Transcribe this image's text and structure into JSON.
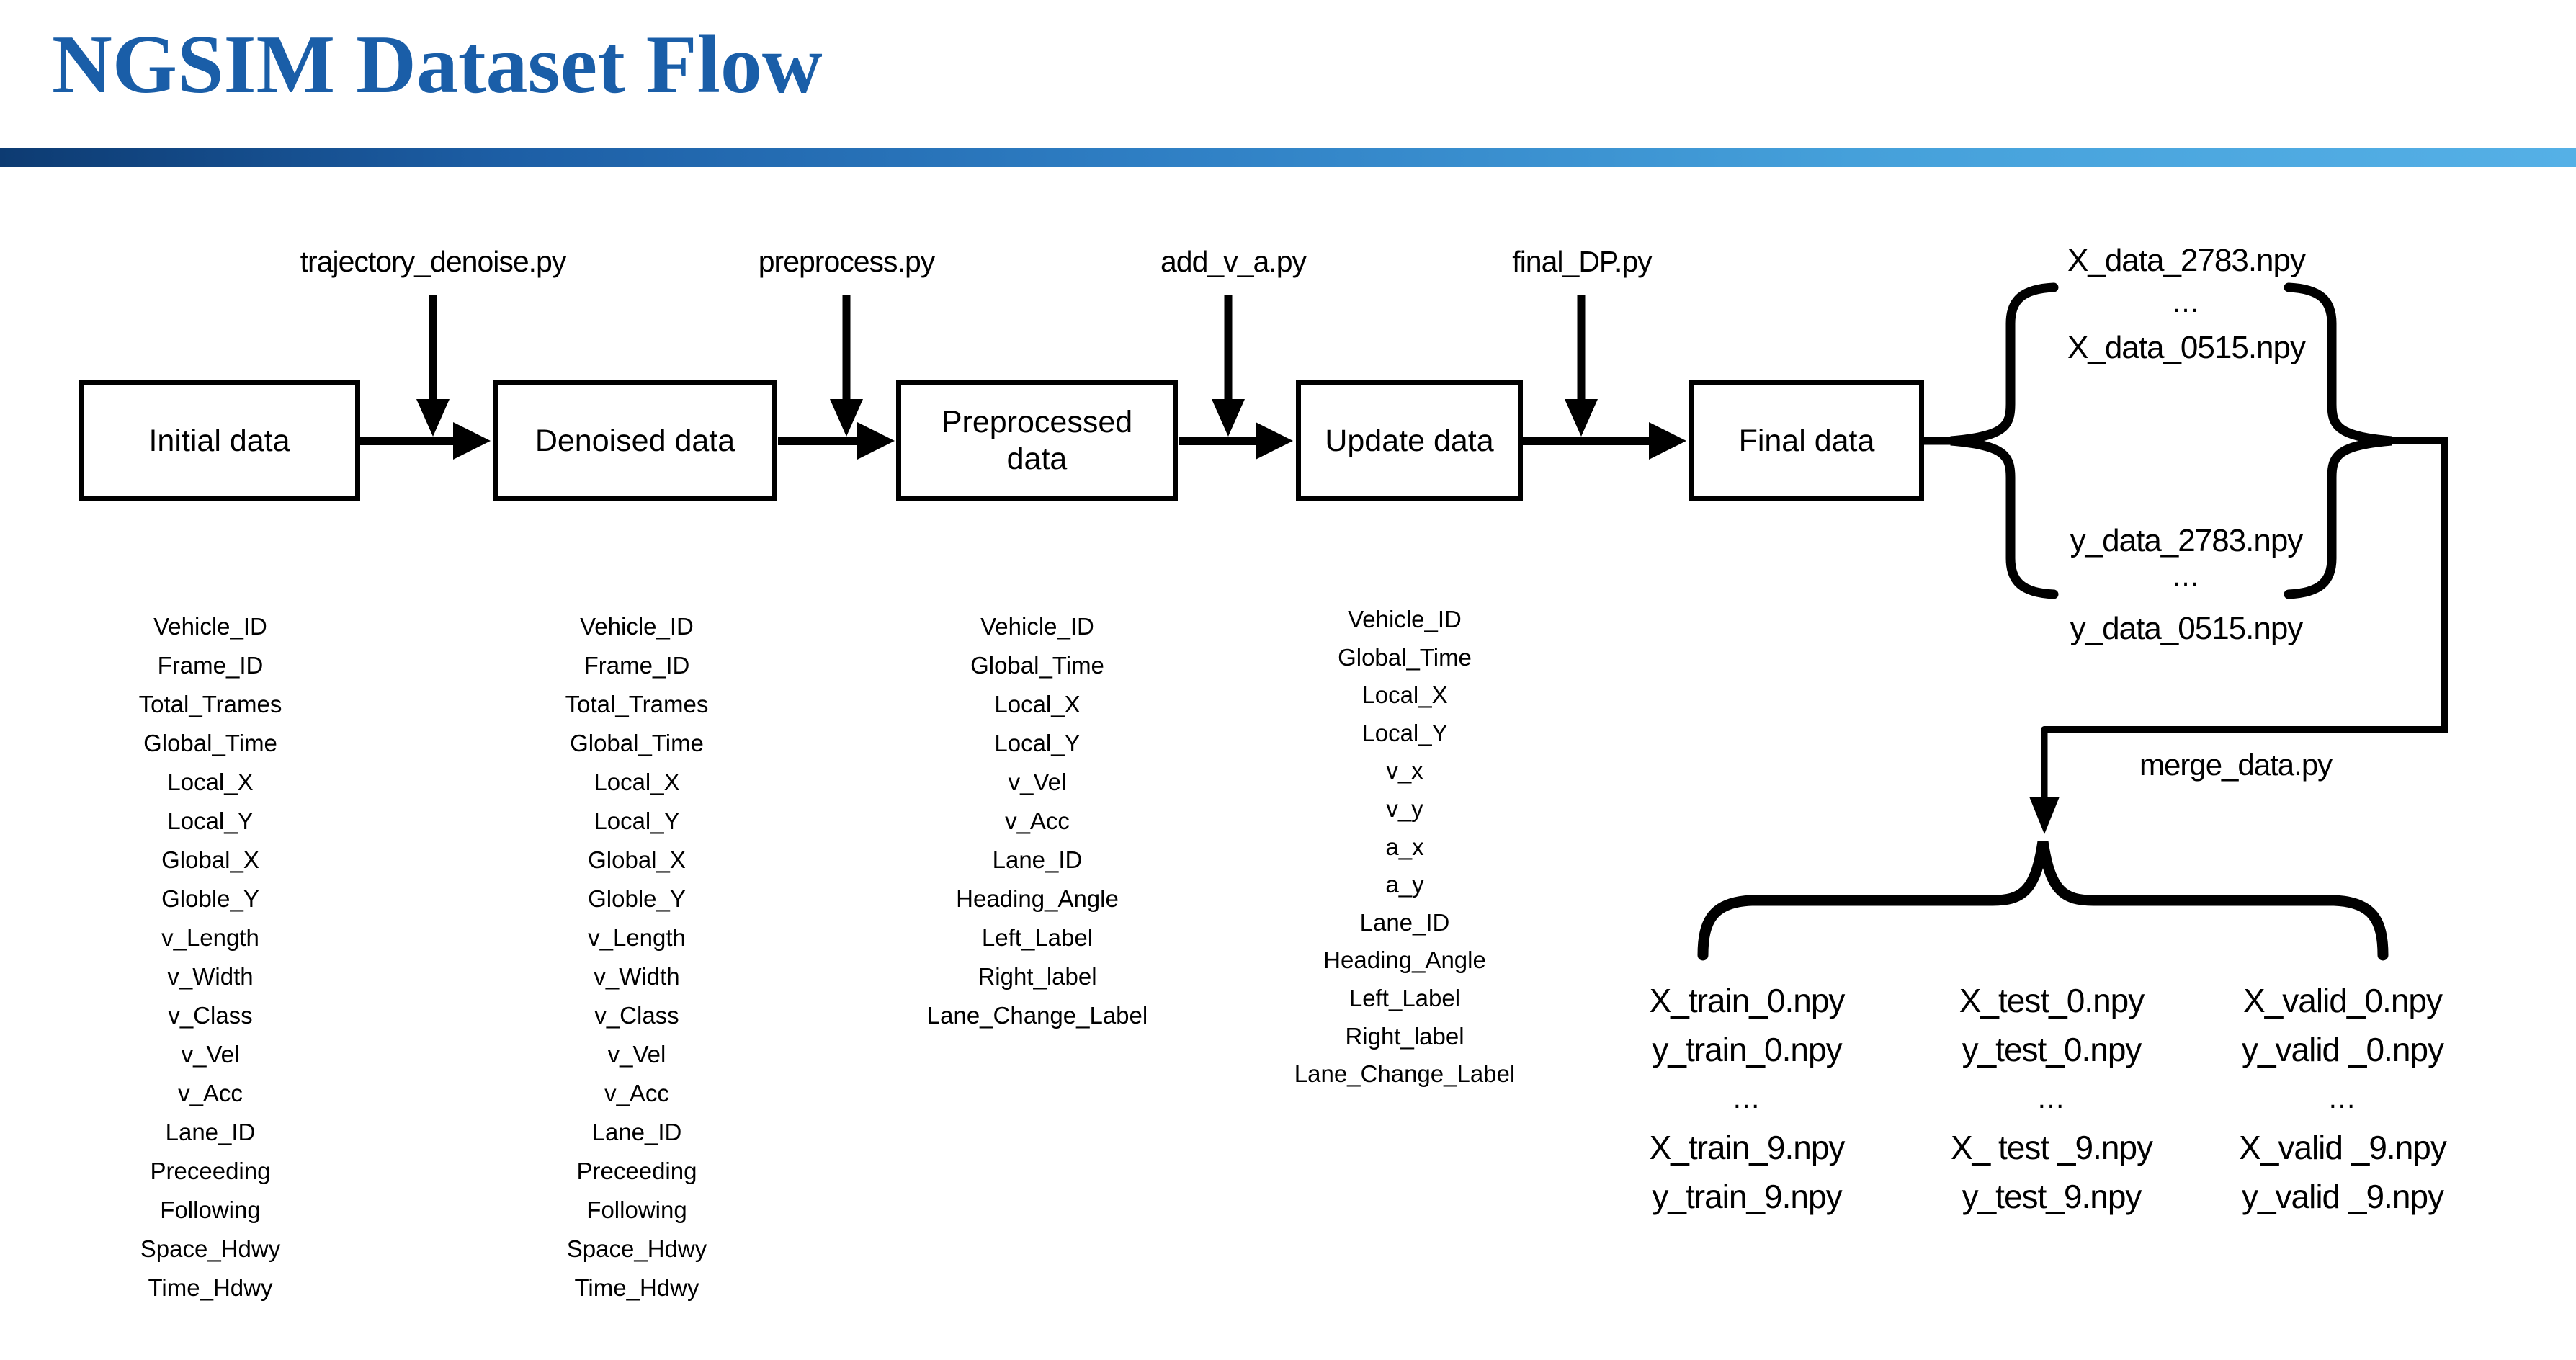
{
  "title": "NGSIM Dataset Flow",
  "pipeline": {
    "boxes": [
      {
        "label": "Initial data"
      },
      {
        "label": "Denoised data"
      },
      {
        "label": "Preprocessed data"
      },
      {
        "label": "Update data"
      },
      {
        "label": "Final data"
      }
    ],
    "scripts": [
      {
        "label": "trajectory_denoise.py"
      },
      {
        "label": "preprocess.py"
      },
      {
        "label": "add_v_a.py"
      },
      {
        "label": "final_DP.py"
      }
    ],
    "merge_script": "merge_data.py"
  },
  "field_columns": {
    "initial": [
      "Vehicle_ID",
      "Frame_ID",
      "Total_Trames",
      "Global_Time",
      "Local_X",
      "Local_Y",
      "Global_X",
      "Globle_Y",
      "v_Length",
      "v_Width",
      "v_Class",
      "v_Vel",
      "v_Acc",
      "Lane_ID",
      "Preceeding",
      "Following",
      "Space_Hdwy",
      "Time_Hdwy"
    ],
    "denoised": [
      "Vehicle_ID",
      "Frame_ID",
      "Total_Trames",
      "Global_Time",
      "Local_X",
      "Local_Y",
      "Global_X",
      "Globle_Y",
      "v_Length",
      "v_Width",
      "v_Class",
      "v_Vel",
      "v_Acc",
      "Lane_ID",
      "Preceeding",
      "Following",
      "Space_Hdwy",
      "Time_Hdwy"
    ],
    "preprocessed": [
      "Vehicle_ID",
      "Global_Time",
      "Local_X",
      "Local_Y",
      "v_Vel",
      "v_Acc",
      "Lane_ID",
      "Heading_Angle",
      "Left_Label",
      "Right_label",
      "Lane_Change_Label"
    ],
    "update": [
      "Vehicle_ID",
      "Global_Time",
      "Local_X",
      "Local_Y",
      "v_x",
      "v_y",
      "a_x",
      "a_y",
      "Lane_ID",
      "Heading_Angle",
      "Left_Label",
      "Right_label",
      "Lane_Change_Label"
    ]
  },
  "final_files": {
    "x_group": [
      "X_data_2783.npy",
      "…",
      "X_data_0515.npy"
    ],
    "y_group": [
      "y_data_2783.npy",
      "…",
      "y_data_0515.npy"
    ]
  },
  "output_files": {
    "train": [
      "X_train_0.npy",
      "y_train_0.npy",
      "…",
      "X_train_9.npy",
      "y_train_9.npy"
    ],
    "test": [
      "X_test_0.npy",
      "y_test_0.npy",
      "…",
      "X_ test _9.npy",
      "y_test_9.npy"
    ],
    "valid": [
      "X_valid_0.npy",
      "y_valid _0.npy",
      "…",
      "X_valid _9.npy",
      "y_valid _9.npy"
    ]
  },
  "colors": {
    "title_text": "#1A5EA8",
    "divider_gradient": [
      "#0D3B72",
      "#1D5FA6",
      "#2F7FC4",
      "#45A0DA",
      "#55B0E6"
    ],
    "diagram_ink": "#000000",
    "background": "#FFFFFF"
  }
}
